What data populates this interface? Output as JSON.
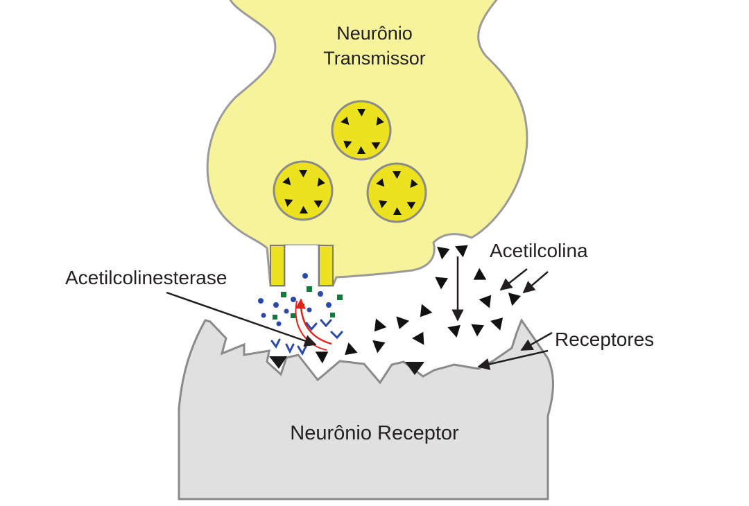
{
  "labels": {
    "transmitter_line1": "Neurônio",
    "transmitter_line2": "Transmissor",
    "receiver": "Neurônio Receptor",
    "acetylcholinesterase": "Acetilcolinesterase",
    "acetylcholine": "Acetilcolina",
    "receptors": "Receptores"
  },
  "colors": {
    "transmitter_fill": "#f6f39a",
    "transmitter_outline": "#9a9a9a",
    "vesicle_fill": "#ece21f",
    "receiver_fill": "#e0e0e0",
    "receiver_outline": "#8a8a8a",
    "acetylcholine": "#111111",
    "enzyme_blue": "#2b4aa8",
    "enzyme_green": "#127a3a",
    "reaction_arrow": "#e2231a",
    "label_arrow": "#231f20"
  },
  "icons": {
    "acetylcholine_molecule": "black-triangle",
    "vesicle": "yellow-circle-with-triangles",
    "enzyme_fragment": "blue-chevron"
  }
}
